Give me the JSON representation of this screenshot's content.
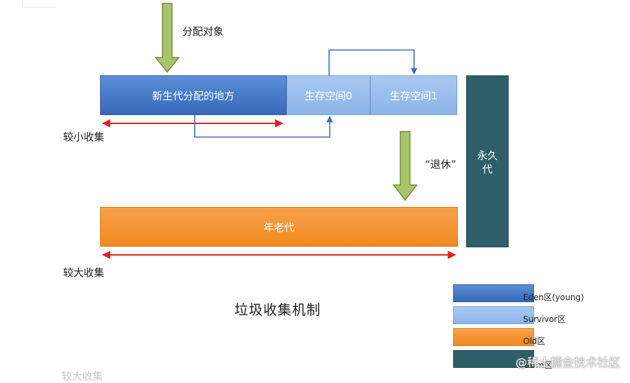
{
  "diagram": {
    "title": "垃圾收集机制",
    "alloc_label": "分配对象",
    "eden_label": "新生代分配的地方",
    "survivor0_label": "生存空间0",
    "survivor1_label": "生存空间1",
    "perm_label_line1": "永久",
    "perm_label_line2": "代",
    "old_label": "年老代",
    "minor_gc_label": "较小收集",
    "major_gc_label": "较大收集",
    "retire_label": "“退休”",
    "faded_text": "较大收集"
  },
  "legend": [
    {
      "label": "Eden区(young)",
      "color": "#4a7fcc"
    },
    {
      "label": "Survivor区",
      "color": "#9cc0ec"
    },
    {
      "label": "Old区",
      "color": "#f59432"
    },
    {
      "label": "Perm区",
      "color": "#2e5f68"
    }
  ],
  "colors": {
    "arrow_fill": "#a9c46c",
    "arrow_stroke": "#6f8f3a",
    "red_arrow": "#e02020",
    "connector": "#3a6fc0"
  },
  "watermark": "@稀土掘金技术社区"
}
